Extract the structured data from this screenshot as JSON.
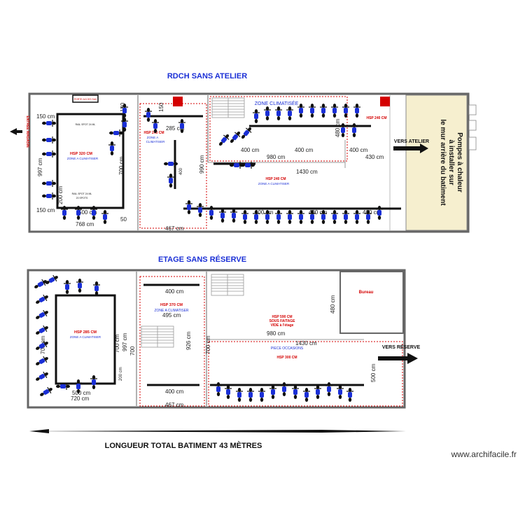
{
  "titles": {
    "ground": "RDCH SANS ATELIER",
    "upper": "ETAGE SANS RÉSERVE",
    "total": "LONGUEUR TOTAL BATIMENT 43 MÈTRES"
  },
  "colors": {
    "title": "#1a2fd6",
    "wall": "#111111",
    "dim": "#222222",
    "red": "#d40000",
    "blue": "#1a2fd6",
    "hatch": "#f6efcf"
  },
  "ground": {
    "entrance": "ENTRÉE MAGASIN",
    "porte": "PORTE ACCES SAV",
    "hsp_left": "HSP 320 CM",
    "zone_left": "ZONE A CLIMATISER",
    "rail_top": "RAIL SPOT 24 ML",
    "rail_bottom": "RAIL SPOT 24 ML 20 SPOTS",
    "hsp_mid": "HSP 240 CM",
    "zone_mid": "ZONE A CLIMATISER",
    "zone_clim": "ZONE CLIMATISÉE",
    "hsp_right": "HSP 240 CM",
    "hsp_center": "HSP 240 CM",
    "zone_center": "ZONE A CLIMATISER",
    "vers_atelier": "VERS ATELIER",
    "pompes_1": "Pompes à chaleur",
    "pompes_2": "à installer sur",
    "pompes_3": "le mur arrière du batiment",
    "dims": {
      "d150a": "150 cm",
      "d150b": "150",
      "d150c": "150",
      "d150d": "150 cm",
      "d997": "997 cm",
      "d700": "700 cm",
      "d200": "200 cm",
      "d500": "500 cm",
      "d768": "768 cm",
      "d467": "467 cm",
      "d285": "285 cm",
      "d990": "990 cm",
      "d400a": "400",
      "d400b": "400",
      "d400c": "400 cm",
      "d980": "980 cm",
      "d400d": "400 cm",
      "d400e": "400 cm",
      "d430": "430 cm",
      "d480": "480 cm",
      "d1430": "1430 cm",
      "d400f": "400 cm",
      "d400g": "400 cm",
      "d400h": "400 cm"
    }
  },
  "upper": {
    "hsp_left": "HSP 285 CM",
    "zone_left": "ZONE A CLIMATISER",
    "hsp_mid": "HSP 370 CM",
    "zone_mid": "ZONE A CLIMATISER",
    "hsp_faitage_1": "HSP 590 CM",
    "hsp_faitage_2": "SOUS FAITAGE",
    "hsp_faitage_3": "VIDE à l'étage",
    "piece": "PIECE OCCASIONS",
    "hsp_right": "HSP 300 CM",
    "bureau": "Bureau",
    "vers_reserve": "VERS RÉSERVE",
    "dims": {
      "d400a": "400 cm",
      "d495": "495 cm",
      "d480": "480 cm",
      "d700a": "700 cm",
      "d700b": "700 cm",
      "d700c": "700",
      "d997": "997 cm",
      "d926": "926 cm",
      "d700d": "700 cm",
      "d200": "200 cm",
      "d500": "500 cm",
      "d720": "720 cm",
      "d400b": "400 cm",
      "d467": "467 cm",
      "d980": "980 cm",
      "d1430": "1430 cm",
      "d500b": "500 cm"
    }
  },
  "footer": {
    "watermark": "www.archifacile.fr"
  }
}
